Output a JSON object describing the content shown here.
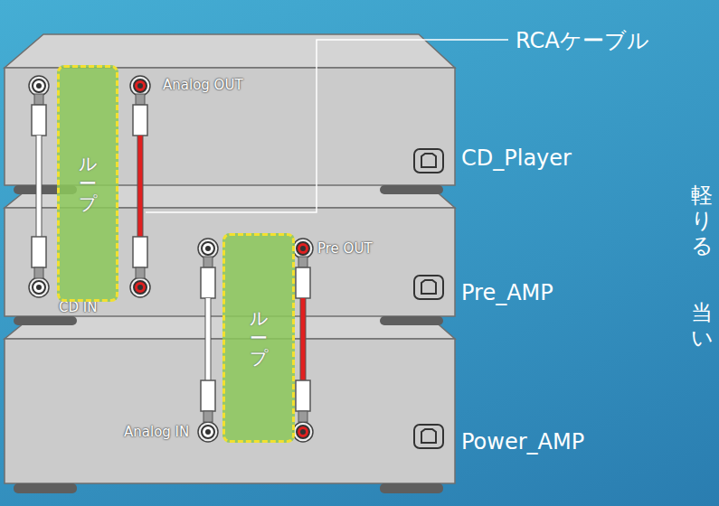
{
  "diagram": {
    "nodes": [
      {
        "text": [
          "Analog OUT",
          "CD_Player"
        ]
      },
      {
        "text": [
          "CD IN",
          "Pre OUT",
          "Pre_AMP"
        ]
      },
      {
        "text": [
          "Analog IN",
          "Power_AMP"
        ]
      },
      {
        "text": [
          "ループ"
        ]
      },
      {
        "text": [
          "ループ"
        ]
      }
    ],
    "labels": [
      "RCAケーブル",
      "軽",
      "り",
      "る",
      "当",
      "い"
    ]
  }
}
